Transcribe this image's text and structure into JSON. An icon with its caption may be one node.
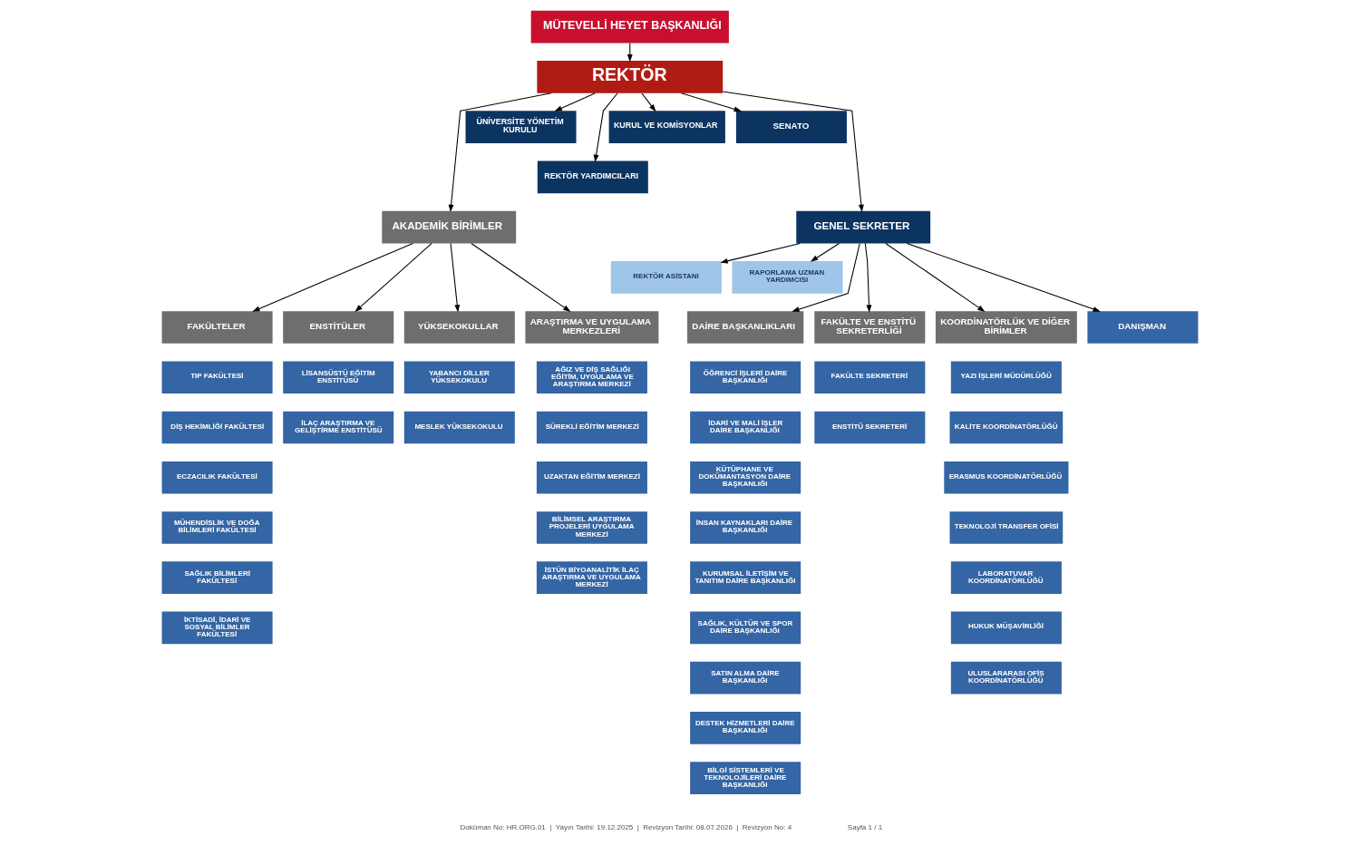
{
  "diagram": {
    "nodes": [
      {
        "text": [
          "MÜTEVELLİ HEYET BAŞKANLIĞI"
        ]
      },
      {
        "text": [
          "REKTÖR"
        ]
      },
      {
        "text": [
          "ÜNİVERSİTE YÖNETİM KURULU"
        ]
      },
      {
        "text": [
          "KURUL VE KOMİSYONLAR"
        ]
      },
      {
        "text": [
          "SENATO"
        ]
      },
      {
        "text": [
          "REKTÖR YARDIMCILARI"
        ]
      },
      {
        "text": [
          "AKADEMİK BİRİMLER"
        ]
      },
      {
        "text": [
          "GENEL SEKRETER"
        ]
      },
      {
        "text": [
          "REKTÖR ASİSTANI"
        ]
      },
      {
        "text": [
          "RAPORLAMA UZMAN YARDIMCISI"
        ]
      },
      {
        "text": [
          "FAKÜLTELER"
        ]
      },
      {
        "text": [
          "ENSTİTÜLER"
        ]
      },
      {
        "text": [
          "YÜKSEKOKULLAR"
        ]
      },
      {
        "text": [
          "ARAŞTIRMA VE UYGULAMA MERKEZLERİ"
        ]
      },
      {
        "text": [
          "DAİRE BAŞKANLIKLARI"
        ]
      },
      {
        "text": [
          "FAKÜLTE VE ENSTİTÜ SEKRETERLİĞİ"
        ]
      },
      {
        "text": [
          "KOORDİNATÖRLÜK VE DİĞER BİRİMLER"
        ]
      },
      {
        "text": [
          "DANIŞMAN"
        ]
      },
      {
        "text": [
          "TIP FAKÜLTESİ"
        ]
      },
      {
        "text": [
          "DİŞ HEKİMLİĞİ FAKÜLTESİ"
        ]
      },
      {
        "text": [
          "ECZACILIK FAKÜLTESİ"
        ]
      },
      {
        "text": [
          "MÜHENDİSLİK VE DOĞA BİLİMLERİ FAKÜLTESİ"
        ]
      },
      {
        "text": [
          "SAĞLIK BİLİMLERİ FAKÜLTESİ"
        ]
      },
      {
        "text": [
          "İKTİSADİ, İDARİ VE SOSYAL BİLİMLER FAKÜLTESİ"
        ]
      },
      {
        "text": [
          "LİSANSÜSTÜ EĞİTİM ENSTİTÜSÜ"
        ]
      },
      {
        "text": [
          "İLAÇ ARAŞTIRMA VE GELİŞTİRME ENSTİTÜSÜ"
        ]
      },
      {
        "text": [
          "YABANCI DİLLER YÜKSEKOKULU"
        ]
      },
      {
        "text": [
          "MESLEK YÜKSEKOKULU"
        ]
      },
      {
        "text": [
          "AĞIZ VE DİŞ SAĞLIĞI EĞİTİM, UYGULAMA VE ARAŞTIRMA MERKEZİ"
        ]
      },
      {
        "text": [
          "SÜREKLİ EĞİTİM MERKEZİ"
        ]
      },
      {
        "text": [
          "UZAKTAN EĞİTİM MERKEZİ"
        ]
      },
      {
        "text": [
          "BİLİMSEL ARAŞTIRMA PROJELERİ UYGULAMA MERKEZİ"
        ]
      },
      {
        "text": [
          "İSTÜN BİYOANALİTİK İLAÇ ARAŞTIRMA VE UYGULAMA MERKEZİ"
        ]
      },
      {
        "text": [
          "ÖĞRENCİ İŞLERİ DAİRE BAŞKANLIĞI"
        ]
      },
      {
        "text": [
          "İDARİ VE MALİ İŞLER DAİRE BAŞKANLIĞI"
        ]
      },
      {
        "text": [
          "KÜTÜPHANE VE DOKÜMANTASYON DAİRE BAŞKANLIĞI"
        ]
      },
      {
        "text": [
          "İNSAN KAYNAKLARI DAİRE BAŞKANLIĞI"
        ]
      },
      {
        "text": [
          "KURUMSAL İLETİŞİM VE TANITIM DAİRE BAŞKANLIĞI"
        ]
      },
      {
        "text": [
          "SAĞLIK, KÜLTÜR VE SPOR DAİRE BAŞKANLIĞI"
        ]
      },
      {
        "text": [
          "SATIN ALMA DAİRE BAŞKANLIĞI"
        ]
      },
      {
        "text": [
          "DESTEK HİZMETLERİ DAİRE BAŞKANLIĞI"
        ]
      },
      {
        "text": [
          "BİLGİ SİSTEMLERİ VE TEKNOLOJİLERİ DAİRE BAŞKANLIĞI"
        ]
      },
      {
        "text": [
          "FAKÜLTE SEKRETERİ"
        ]
      },
      {
        "text": [
          "ENSTİTÜ SEKRETERİ"
        ]
      },
      {
        "text": [
          "YAZI İŞLERİ MÜDÜRLÜĞÜ"
        ]
      },
      {
        "text": [
          "KALİTE KOORDİNATÖRLÜĞÜ"
        ]
      },
      {
        "text": [
          "ERASMUS KOORDİNATÖRLÜĞÜ"
        ]
      },
      {
        "text": [
          "TEKNOLOJİ TRANSFER OFİSİ"
        ]
      },
      {
        "text": [
          "LABORATUVAR KOORDİNATÖRLÜĞÜ"
        ]
      },
      {
        "text": [
          "HUKUK MÜŞAVİRLİĞİ"
        ]
      },
      {
        "text": [
          "ULUSLARARASI OFİS KOORDİNATÖRLÜĞÜ"
        ]
      }
    ],
    "edges": [
      {
        "from": 0,
        "to": 1,
        "arrow": "to"
      },
      {
        "from": 1,
        "to": 6,
        "arrow": "to"
      },
      {
        "from": 1,
        "to": 2,
        "arrow": "to"
      },
      {
        "from": 1,
        "to": 5,
        "arrow": "to"
      },
      {
        "from": 1,
        "to": 3,
        "arrow": "to"
      },
      {
        "from": 1,
        "to": 4,
        "arrow": "to"
      },
      {
        "from": 1,
        "to": 7,
        "arrow": "to"
      },
      {
        "from": 7,
        "to": 8,
        "arrow": "to"
      },
      {
        "from": 7,
        "to": 9,
        "arrow": "to"
      },
      {
        "from": 6,
        "to": 10,
        "arrow": "to"
      },
      {
        "from": 6,
        "to": 11,
        "arrow": "to"
      },
      {
        "from": 6,
        "to": 12,
        "arrow": "to"
      },
      {
        "from": 6,
        "to": 13,
        "arrow": "to"
      },
      {
        "from": 7,
        "to": 14,
        "arrow": "to"
      },
      {
        "from": 7,
        "to": 15,
        "arrow": "to"
      },
      {
        "from": 7,
        "to": 16,
        "arrow": "to"
      },
      {
        "from": 7,
        "to": 17,
        "arrow": "to"
      }
    ],
    "labels": [
      "Doküman No: HR.ORG.01  |  Yayın Tarihi: 19.12.2025  |  Revizyon Tarihi: 08.07.2026  |  Revizyon No: 4",
      "Sayfa 1 / 1"
    ]
  }
}
